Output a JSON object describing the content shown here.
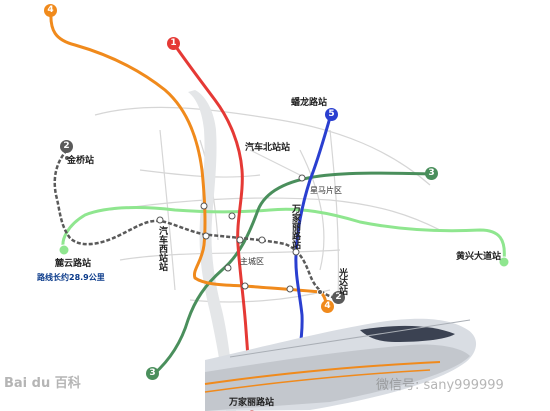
{
  "lines": {
    "l1": {
      "number": "1",
      "color": "#e53935"
    },
    "l2": {
      "number": "2",
      "color": "#5a5a5a"
    },
    "l3": {
      "number": "3",
      "color": "#4a8f5c"
    },
    "l4": {
      "number": "4",
      "color": "#f08a1c"
    },
    "l5": {
      "number": "5",
      "color": "#2a3fd0"
    },
    "l6": {
      "color": "#8fe68f"
    }
  },
  "stations": {
    "jinqiao": "金桥站",
    "qichebei": "汽车北站站",
    "panlonglu": "蟠龙路站",
    "luyunlu": "麓云路站",
    "qichexi": "汽车西站站",
    "huangxingdadao": "黄兴大道站",
    "guangda": "光达站",
    "wanjiali_north": "万家丽路站",
    "wanjiali_south": "万家丽路站"
  },
  "areas": {
    "xingma": "星马片区",
    "zhucheng": "主城区"
  },
  "notes": {
    "route_length": "路线长约28.9公里"
  },
  "watermarks": {
    "baidu": "Bai du 百科",
    "wechat": "微信号: sany999999"
  }
}
